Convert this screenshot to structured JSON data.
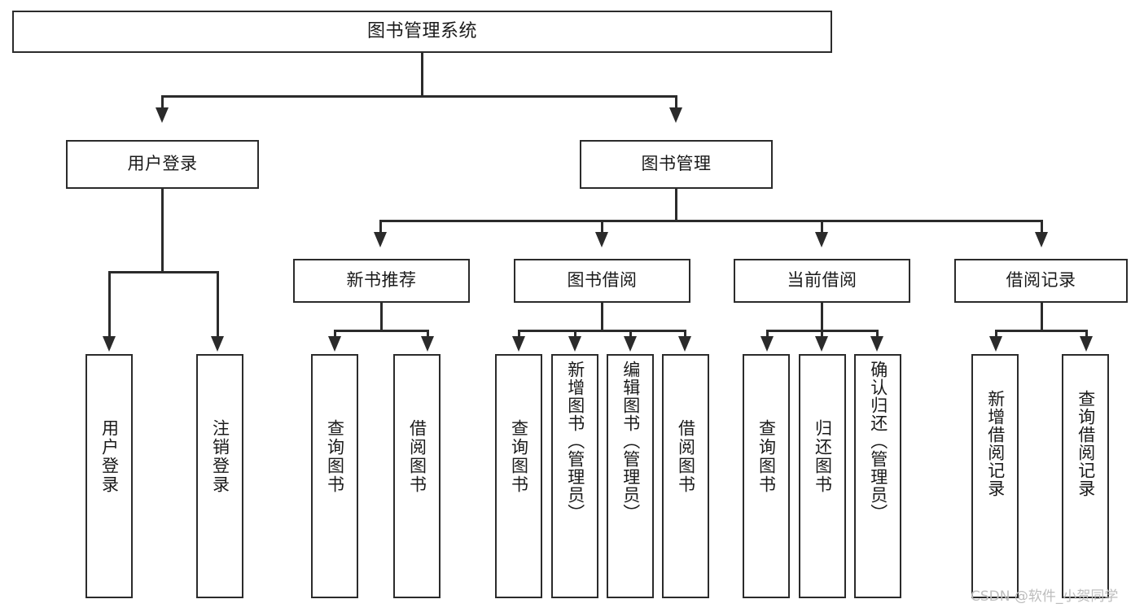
{
  "diagram": {
    "type": "tree-hierarchy",
    "title": "图书管理系统",
    "root": {
      "label": "图书管理系统"
    },
    "level1": [
      {
        "label": "用户登录"
      },
      {
        "label": "图书管理"
      }
    ],
    "level2": [
      {
        "label": "新书推荐"
      },
      {
        "label": "图书借阅"
      },
      {
        "label": "当前借阅"
      },
      {
        "label": "借阅记录"
      }
    ],
    "leaves": {
      "user_login": [
        {
          "label": "用户登录"
        },
        {
          "label": "注销登录"
        }
      ],
      "new_book_recommend": [
        {
          "label": "查询图书"
        },
        {
          "label": "借阅图书"
        }
      ],
      "book_borrow": [
        {
          "label": "查询图书"
        },
        {
          "label": "新增图书（管理员）"
        },
        {
          "label": "编辑图书（管理员）"
        },
        {
          "label": "借阅图书"
        }
      ],
      "current_borrow": [
        {
          "label": "查询图书"
        },
        {
          "label": "归还图书"
        },
        {
          "label": "确认归还（管理员）"
        }
      ],
      "borrow_record": [
        {
          "label": "新增借阅记录"
        },
        {
          "label": "查询借阅记录"
        }
      ]
    }
  },
  "watermark": {
    "text": "CSDN @软件_小贺同学"
  },
  "colors": {
    "stroke": "#2b2b2b",
    "background": "#ffffff",
    "text": "#1a1a1a",
    "watermark": "#bdbdbd"
  }
}
